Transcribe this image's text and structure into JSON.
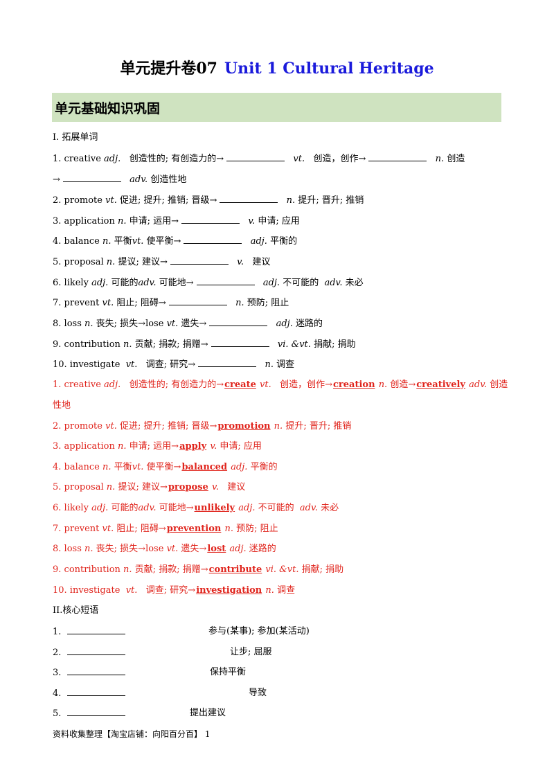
{
  "title": {
    "cn": "单元提升卷07",
    "en": "Unit 1  Cultural Heritage"
  },
  "section": "单元基础知识巩固",
  "part1_heading": "I. 拓展单词",
  "q1": {
    "a": "1. creative",
    "b": "adj.",
    "c": "创造性的; 有创造力的→",
    "d": "vt.",
    "e": "创造，创作→",
    "f": "n.",
    "g": "创造",
    "h": "→",
    "i": "adv.",
    "j": "创造性地"
  },
  "q2": {
    "a": "2. promote",
    "b": "vt.",
    "c": "促进; 提升; 推销; 晋级→",
    "d": "n.",
    "e": "提升; 晋升; 推销"
  },
  "q3": {
    "a": "3. application",
    "b": "n.",
    "c": "申请; 运用→",
    "d": "v.",
    "e": "申请; 应用"
  },
  "q4": {
    "a": "4. balance",
    "b": "n.",
    "c": "平衡",
    "d": "vt.",
    "e": "使平衡→",
    "f": "adj.",
    "g": "平衡的"
  },
  "q5": {
    "a": "5. proposal",
    "b": "n.",
    "c": "提议; 建议→",
    "d": "v.",
    "e": "建议"
  },
  "q6": {
    "a": "6. likely",
    "b": "adj.",
    "c": "可能的",
    "d": "adv.",
    "e": "可能地→",
    "f": "adj.",
    "g": "不可能的",
    "h": "adv.",
    "i": "未必"
  },
  "q7": {
    "a": "7. prevent",
    "b": "vt.",
    "c": "阻止; 阻碍→",
    "d": "n.",
    "e": "预防; 阻止"
  },
  "q8": {
    "a": "8. loss",
    "b": "n.",
    "c": "丧失; 损失→lose",
    "d": "vt.",
    "e": "遗失→",
    "f": "adj.",
    "g": "迷路的"
  },
  "q9": {
    "a": "9. contribution",
    "b": "n.",
    "c": "贡献; 捐款; 捐赠→",
    "d": "vi. &vt.",
    "e": "捐献; 捐助"
  },
  "q10": {
    "a": "10. investigate",
    "b": "vt.",
    "c": "调查; 研究→",
    "d": "n.",
    "e": "调查"
  },
  "answers": {
    "a1": "create",
    "a1b": "creation",
    "a1c": "creatively",
    "a1tail": "性地",
    "a2": "promotion",
    "a3": "apply",
    "a4": "balanced",
    "a5": "propose",
    "a6": "unlikely",
    "a7": "prevention",
    "a8": "lost",
    "a9": "contribute",
    "a10": "investigation",
    "r1c": "创造性的; 有创造力的→",
    "r1e": "创造，创作→",
    "r1g": "创造→",
    "r1j": "创造"
  },
  "part2_heading": "II.核心短语",
  "phrases": [
    {
      "num": "1.",
      "meaning": "参与(某事);   参加(某活动)"
    },
    {
      "num": "2.",
      "meaning": "让步; 屈服"
    },
    {
      "num": "3.",
      "meaning": "保持平衡"
    },
    {
      "num": "4.",
      "meaning": "导致"
    },
    {
      "num": "5.",
      "meaning": "提出建议"
    }
  ],
  "footer": "资料收集整理【淘宝店铺：向阳百分百】  1"
}
